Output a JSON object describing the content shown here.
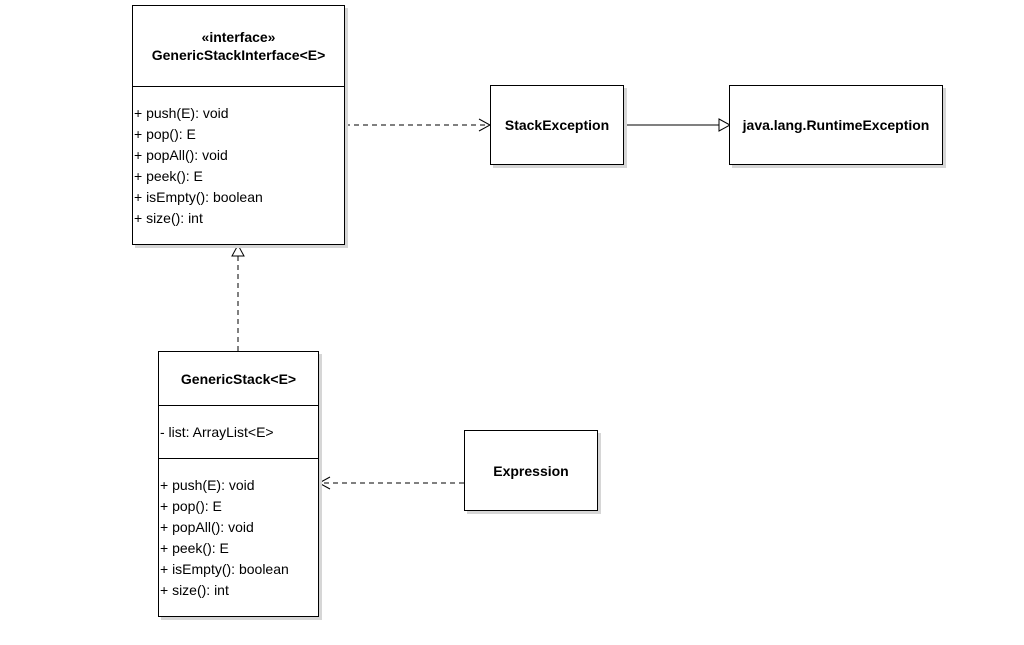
{
  "interface_class": {
    "stereotype": "«interface»",
    "name": "GenericStackInterface<E>",
    "methods": [
      "+ push(E): void",
      "+ pop(): E",
      "+ popAll(): void",
      "+ peek(): E",
      "+ isEmpty(): boolean",
      "+ size(): int"
    ]
  },
  "stack_exception": {
    "name": "StackException"
  },
  "runtime_exception": {
    "name": "java.lang.RuntimeException"
  },
  "generic_stack": {
    "name": "GenericStack<E>",
    "attributes": [
      "- list: ArrayList<E>"
    ],
    "methods": [
      "+ push(E): void",
      "+ pop(): E",
      "+ popAll(): void",
      "+ peek(): E",
      "+ isEmpty(): boolean",
      "+ size(): int"
    ]
  },
  "expression": {
    "name": "Expression"
  },
  "relationships": [
    {
      "from": "GenericStackInterface<E>",
      "to": "StackException",
      "type": "dependency"
    },
    {
      "from": "StackException",
      "to": "java.lang.RuntimeException",
      "type": "generalization"
    },
    {
      "from": "GenericStack<E>",
      "to": "GenericStackInterface<E>",
      "type": "realization"
    },
    {
      "from": "Expression",
      "to": "GenericStack<E>",
      "type": "dependency"
    }
  ],
  "colors": {
    "line": "#000000",
    "shadow": "#d6d6d6",
    "background": "#ffffff"
  }
}
